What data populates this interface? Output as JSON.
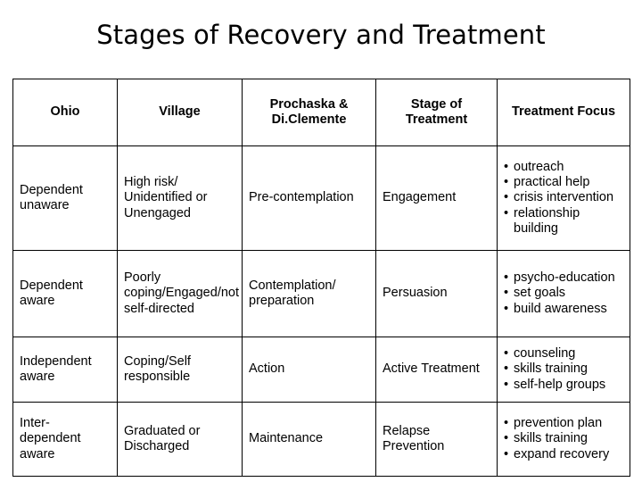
{
  "slide": {
    "title": "Stages of Recovery and Treatment"
  },
  "table": {
    "headers": [
      "Ohio",
      "Village",
      "Prochaska & Di.Clemente",
      "Stage of Treatment",
      "Treatment Focus"
    ],
    "rows": [
      {
        "ohio": "Dependent unaware",
        "village": "High risk/ Unidentified or Unengaged",
        "prochaska": "Pre-contemplation",
        "stage": "Engagement",
        "focus": [
          "outreach",
          "practical help",
          "crisis intervention",
          "relationship building"
        ]
      },
      {
        "ohio": "Dependent aware",
        "village": "Poorly coping/Engaged/not self-directed",
        "prochaska": "Contemplation/ preparation",
        "stage": "Persuasion",
        "focus": [
          "psycho-education",
          "set goals",
          "build awareness"
        ]
      },
      {
        "ohio": "Independent aware",
        "village": "Coping/Self responsible",
        "prochaska": "Action",
        "stage": "Active Treatment",
        "focus": [
          "counseling",
          "skills training",
          "self-help groups"
        ]
      },
      {
        "ohio": "Inter-dependent aware",
        "village": "Graduated or Discharged",
        "prochaska": "Maintenance",
        "stage": "Relapse Prevention",
        "focus": [
          "prevention plan",
          "skills training",
          "expand recovery"
        ]
      }
    ]
  }
}
